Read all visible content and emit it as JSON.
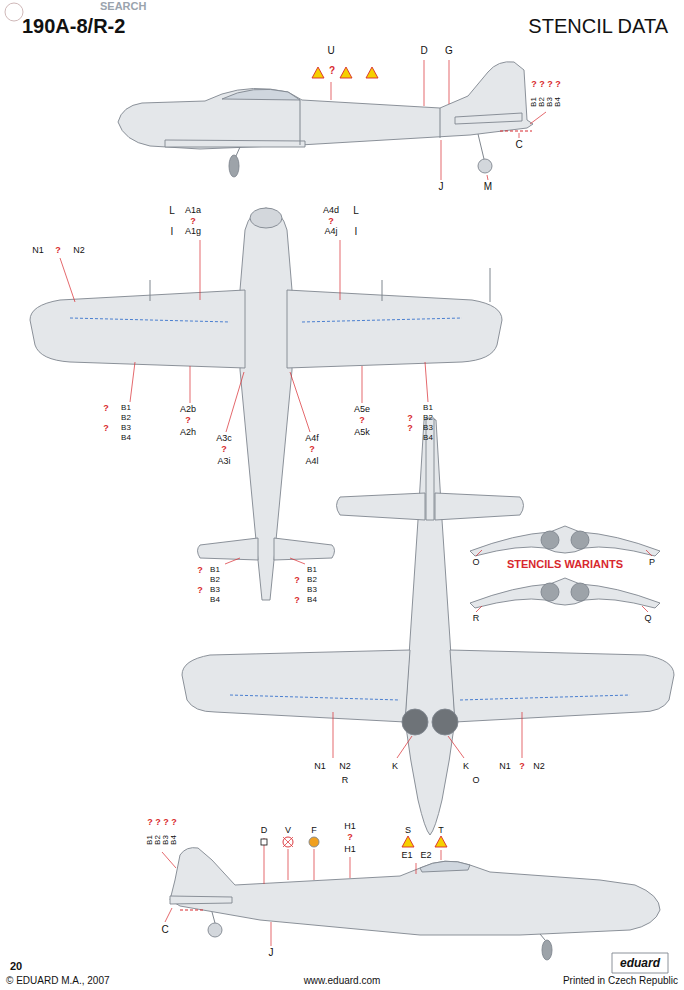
{
  "diagram": {
    "title": "STENCIL DATA",
    "labels": [
      "190A-8/R-2",
      "SEARCH",
      "U",
      "?",
      "D",
      "G",
      "?",
      "?",
      "?",
      "?",
      "B1",
      "B2",
      "B3",
      "B4",
      "C",
      "J",
      "M",
      "L",
      "A1a",
      "?",
      "I",
      "A1g",
      "A4d",
      "L",
      "?",
      "A4j",
      "I",
      "N1",
      "?",
      "N2",
      "?",
      "B1",
      "B2",
      "?",
      "B3",
      "B4",
      "A2b",
      "?",
      "A2h",
      "A3c",
      "?",
      "A3i",
      "A4f",
      "?",
      "A4l",
      "A5e",
      "?",
      "A5k",
      "B1",
      "B2",
      "B3",
      "B4",
      "?",
      "?",
      "?",
      "B1",
      "B2",
      "?",
      "B3",
      "B4",
      "B1",
      "B2",
      "B3",
      "B4",
      "?",
      "?",
      "STENCILS WARIANTS",
      "O",
      "P",
      "R",
      "Q",
      "N1",
      "N2",
      "R",
      "K",
      "K",
      "O",
      "N1",
      "?",
      "N2",
      "?",
      "?",
      "?",
      "?",
      "B1",
      "B2",
      "B3",
      "B4",
      "C",
      "D",
      "V",
      "F",
      "H1",
      "?",
      "H1",
      "S",
      "E1",
      "E2",
      "T",
      "J",
      "20",
      "© EDUARD M.A., 2007",
      "www.eduard.com",
      "Printed in Czech Republic",
      "eduard"
    ]
  }
}
